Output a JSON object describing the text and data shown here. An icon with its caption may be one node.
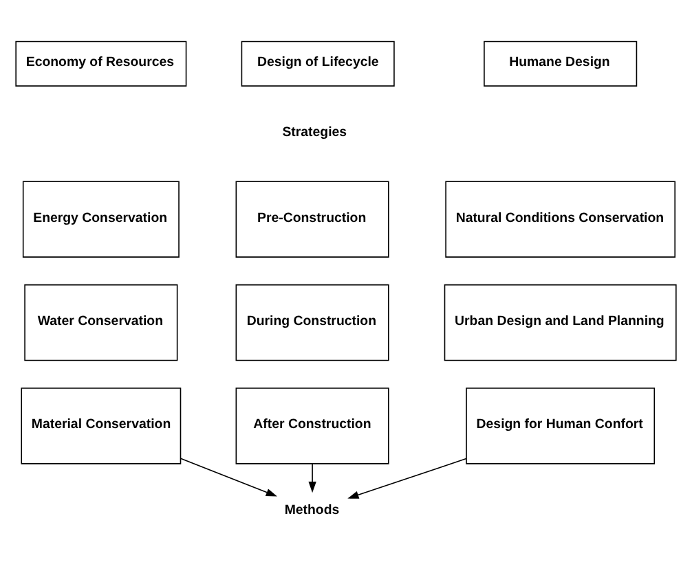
{
  "diagram": {
    "nodes": [
      {
        "text": [
          "Economy of Resources"
        ]
      },
      {
        "text": [
          "Design of Lifecycle"
        ]
      },
      {
        "text": [
          "Humane Design"
        ]
      },
      {
        "text": [
          "Energy Conservation"
        ]
      },
      {
        "text": [
          "Pre-Construction"
        ]
      },
      {
        "text": [
          "Natural Conditions Conservation"
        ]
      },
      {
        "text": [
          "Water Conservation"
        ]
      },
      {
        "text": [
          "During Construction"
        ]
      },
      {
        "text": [
          "Urban Design and Land Planning"
        ]
      },
      {
        "text": [
          "Material Conservation"
        ]
      },
      {
        "text": [
          "After Construction"
        ]
      },
      {
        "text": [
          "Design for Human Confort"
        ]
      },
      {
        "text": [
          "Methods"
        ]
      }
    ],
    "edges": [
      {
        "from": 9,
        "to": 12,
        "arrow": "to"
      },
      {
        "from": 10,
        "to": 12,
        "arrow": "to"
      },
      {
        "from": 11,
        "to": 12,
        "arrow": "to"
      }
    ],
    "labels": [
      "Strategies"
    ]
  }
}
